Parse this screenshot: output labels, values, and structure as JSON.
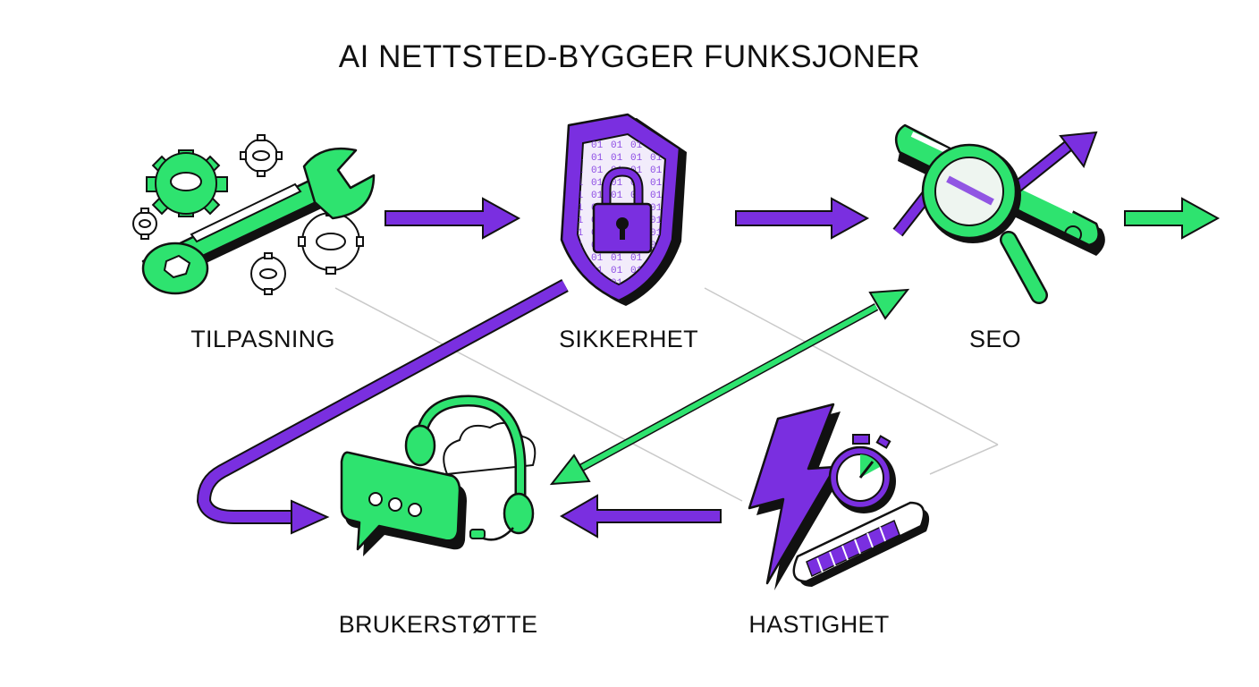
{
  "title": "AI NETTSTED-BYGGER FUNKSJONER",
  "colors": {
    "green": "#2ee36f",
    "purple": "#7a2fe0",
    "outline": "#111111",
    "guide": "#c9c9c9"
  },
  "nodes": [
    {
      "id": "tilpasning",
      "label": "TILPASNING",
      "icon": "wrench-gears-icon"
    },
    {
      "id": "sikkerhet",
      "label": "SIKKERHET",
      "icon": "shield-lock-icon"
    },
    {
      "id": "seo",
      "label": "SEO",
      "icon": "magnifier-growth-icon"
    },
    {
      "id": "brukerstotte",
      "label": "BRUKERSTØTTE",
      "icon": "chat-headset-icon"
    },
    {
      "id": "hastighet",
      "label": "HASTIGHET",
      "icon": "lightning-stopwatch-icon"
    }
  ],
  "connections": [
    {
      "from": "tilpasning",
      "to": "sikkerhet",
      "color": "purple"
    },
    {
      "from": "sikkerhet",
      "to": "seo",
      "color": "purple"
    },
    {
      "from": "seo",
      "to": "next",
      "color": "green"
    },
    {
      "from": "sikkerhet",
      "to": "brukerstotte",
      "color": "purple"
    },
    {
      "from": "hastighet",
      "to": "brukerstotte",
      "color": "purple"
    },
    {
      "between": [
        "brukerstotte",
        "seo"
      ],
      "color": "green",
      "bidirectional": true
    }
  ]
}
